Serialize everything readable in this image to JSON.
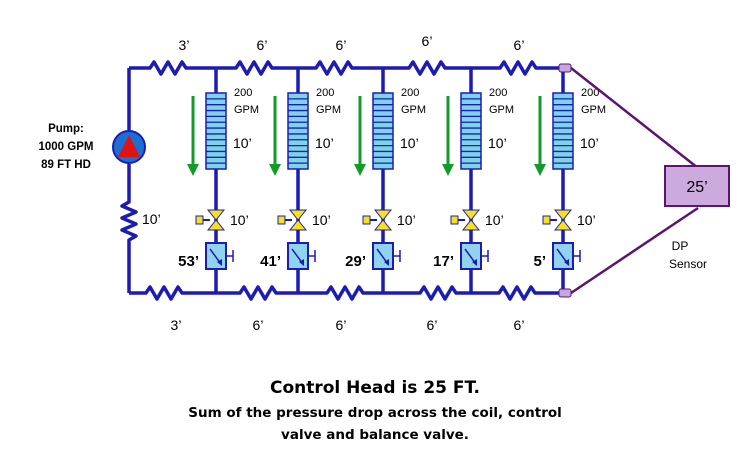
{
  "pump": {
    "line1": "Pump:",
    "line2": "1000 GPM",
    "line3": "89 FT HD"
  },
  "supply_pipe_labels": [
    "3’",
    "6’",
    "6’",
    "6’",
    "6’"
  ],
  "return_pipe_labels": [
    "3’",
    "6’",
    "6’",
    "6’",
    "6’"
  ],
  "left_pipe_label": "10’",
  "branches": [
    {
      "flow_value": "200",
      "flow_unit": "GPM",
      "coil_drop": "10’",
      "valve_drop": "10’",
      "balance_drop": "53’"
    },
    {
      "flow_value": "200",
      "flow_unit": "GPM",
      "coil_drop": "10’",
      "valve_drop": "10’",
      "balance_drop": "41’"
    },
    {
      "flow_value": "200",
      "flow_unit": "GPM",
      "coil_drop": "10’",
      "valve_drop": "10’",
      "balance_drop": "29’"
    },
    {
      "flow_value": "200",
      "flow_unit": "GPM",
      "coil_drop": "10’",
      "valve_drop": "10’",
      "balance_drop": "17’"
    },
    {
      "flow_value": "200",
      "flow_unit": "GPM",
      "coil_drop": "10’",
      "valve_drop": "10’",
      "balance_drop": "5’"
    }
  ],
  "dp_sensor": {
    "value": "25’",
    "label_line1": "DP",
    "label_line2": "Sensor"
  },
  "caption": {
    "title": "Control Head is 25 FT.",
    "line1": "Sum of the pressure drop across the coil, control",
    "line2": "valve and balance valve."
  },
  "colors": {
    "pipe": "#1c1cb4",
    "coil_fill": "#7fd3e6",
    "valve_yellow": "#f5e21a",
    "balance_fill": "#8fd4ec",
    "arrow_green": "#129a2a",
    "pump_fill": "#1a6fd1",
    "pump_triangle": "#e01212",
    "sensor_fill": "#ccaadd",
    "sensor_line": "#5c1470",
    "fitting": "#c4a8dc"
  }
}
